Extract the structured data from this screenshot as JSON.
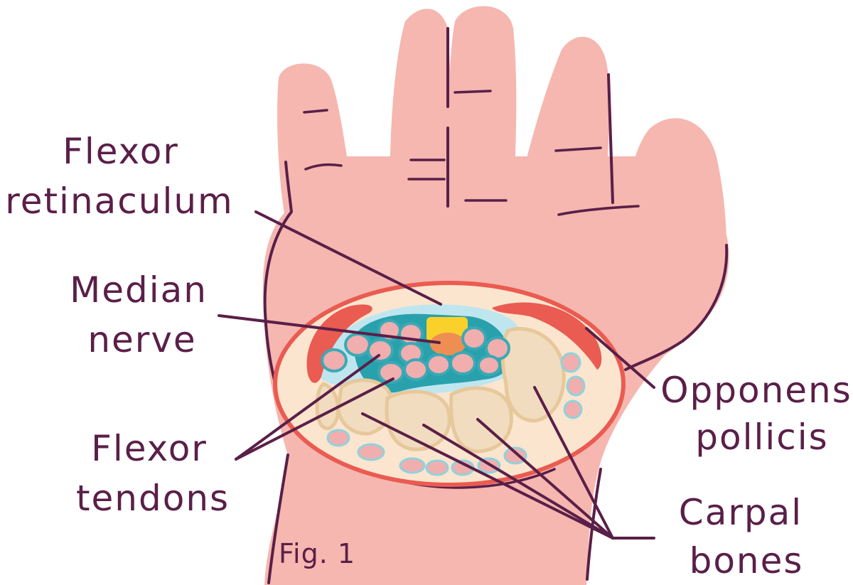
{
  "labels": {
    "flexor_retinaculum": [
      "Flexor",
      "retinaculum"
    ],
    "median_nerve": [
      "Median",
      "nerve"
    ],
    "flexor_tendons": [
      "Flexor",
      "tendons"
    ],
    "opponens_pollicis": [
      "Opponens",
      "pollicis"
    ],
    "carpal_bones": [
      "Carpal",
      "bones"
    ],
    "figure_caption": "Fig. 1"
  },
  "colors": {
    "ink": "#5a1f48",
    "skin": "#f5b7af",
    "cross_section_fill": "#fbe5cf",
    "cross_section_border": "#ea5b51",
    "muscle": "#ea5b51",
    "carpal_tunnel": "#bfe6ef",
    "tunnel_sheath": "#29a1ad",
    "tendon": "#f0aeaf",
    "nerve_top": "#f9d12a",
    "nerve_core": "#ef8e53",
    "bone": "#f2dcc0"
  }
}
